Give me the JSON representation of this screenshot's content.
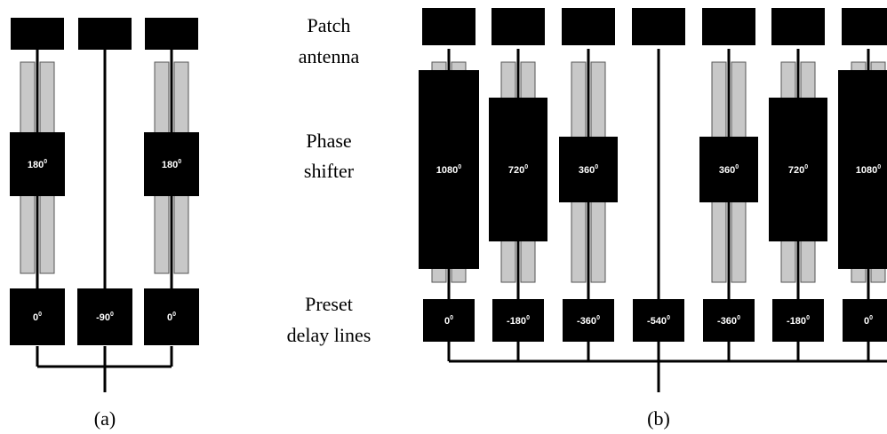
{
  "row_labels": {
    "patch_line1": "Patch",
    "patch_line2": "antenna",
    "phase_line1": "Phase",
    "phase_line2": "shifter",
    "preset_line1": "Preset",
    "preset_line2": "delay lines"
  },
  "captions": {
    "a": "(a)",
    "b": "(b)"
  },
  "panel_a": {
    "shifters": [
      "180",
      "",
      "180"
    ],
    "delays": [
      "0",
      "-90",
      "0"
    ]
  },
  "panel_b": {
    "shifters": [
      "1080",
      "720",
      "360",
      "",
      "360",
      "720",
      "1080"
    ],
    "delays": [
      "0",
      "-180",
      "-360",
      "-540",
      "-360",
      "-180",
      "0"
    ]
  },
  "degree_symbol": "0"
}
